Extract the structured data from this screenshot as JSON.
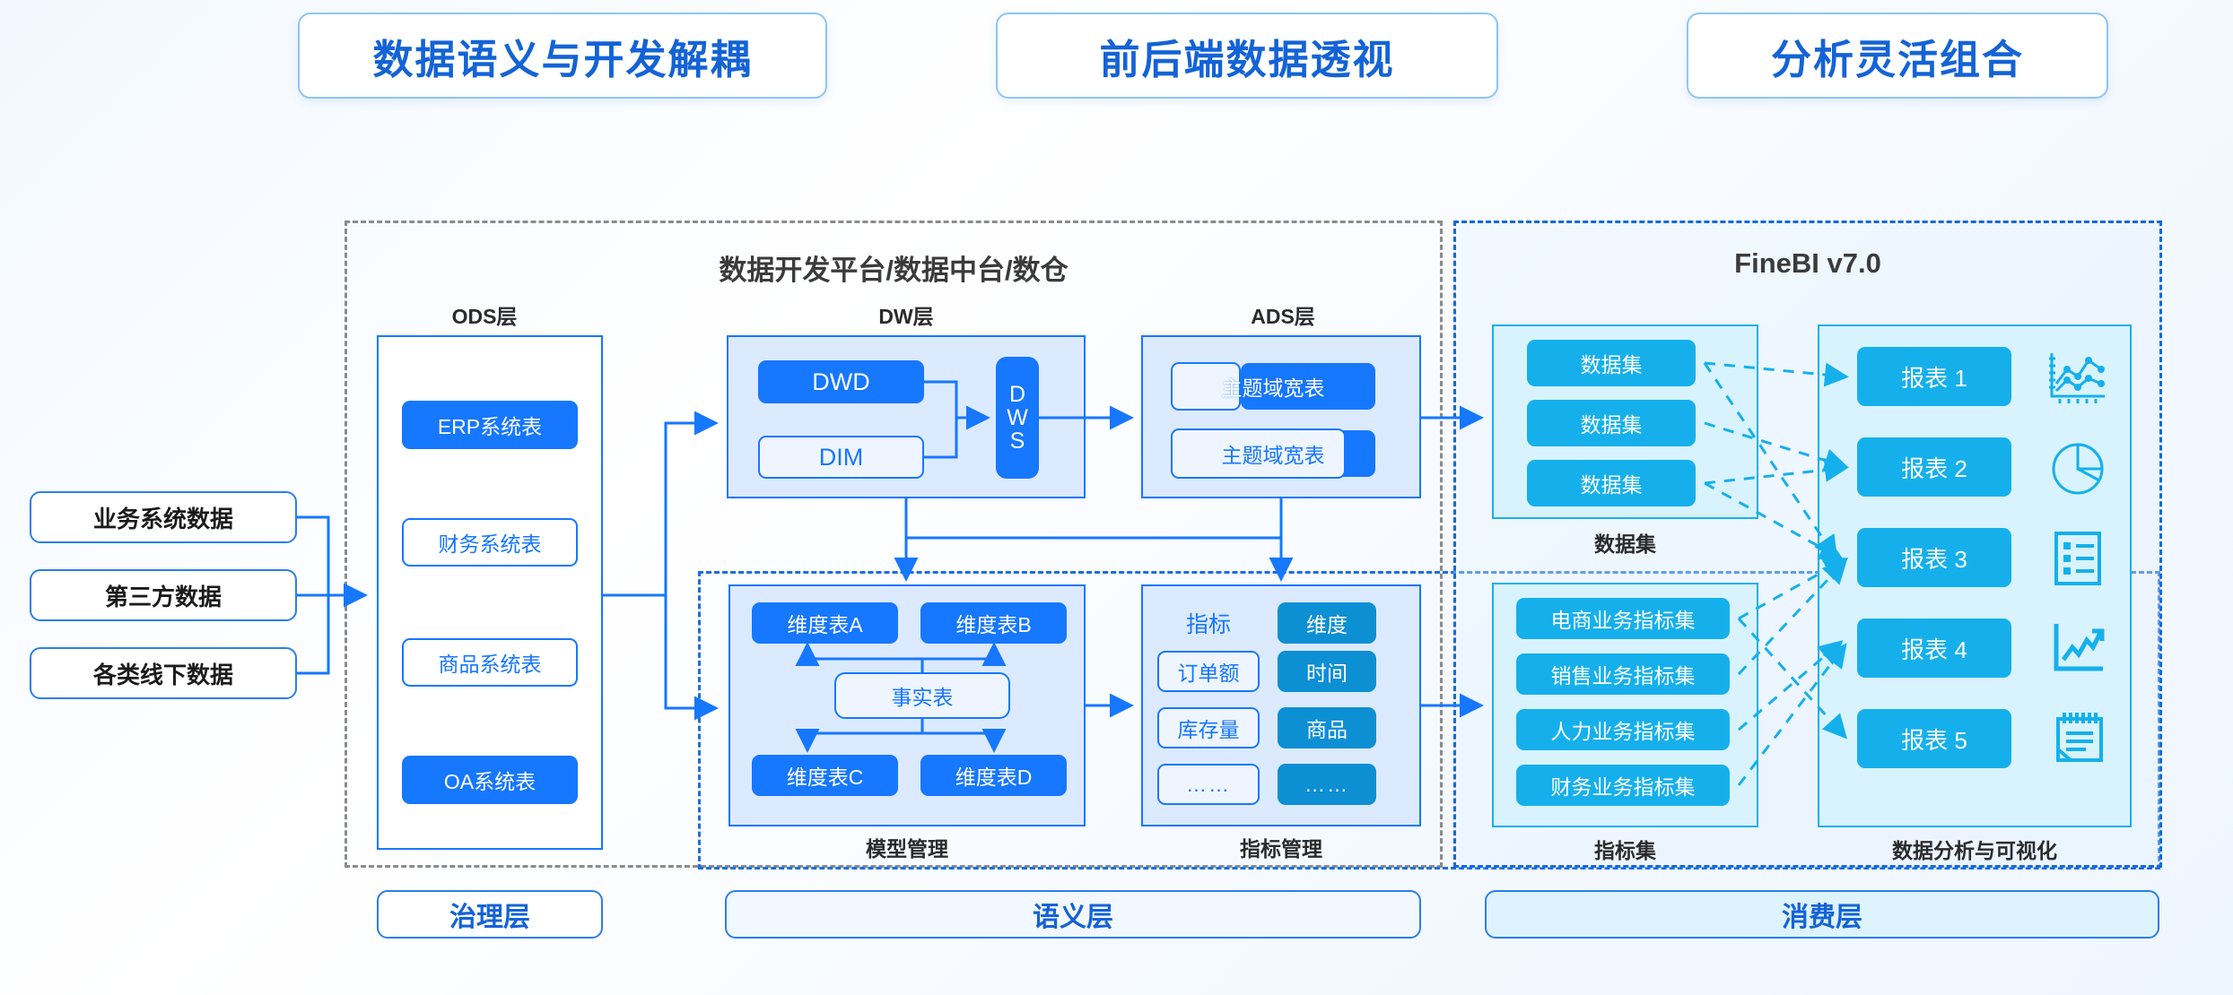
{
  "header": {
    "pills": [
      {
        "label": "数据语义与开发解耦"
      },
      {
        "label": "前后端数据透视"
      },
      {
        "label": "分析灵活组合"
      }
    ]
  },
  "zones": {
    "platform_title": "数据开发平台/数据中台/数仓",
    "finebi_title": "FineBI v7.0"
  },
  "sources": {
    "items": [
      {
        "label": "业务系统数据"
      },
      {
        "label": "第三方数据"
      },
      {
        "label": "各类线下数据"
      }
    ]
  },
  "ods": {
    "caption": "ODS层",
    "items": [
      {
        "label": "ERP系统表",
        "style": "solid"
      },
      {
        "label": "财务系统表",
        "style": "outline"
      },
      {
        "label": "商品系统表",
        "style": "outline"
      },
      {
        "label": "OA系统表",
        "style": "solid"
      }
    ]
  },
  "dw": {
    "caption": "DW层",
    "dwd": "DWD",
    "dim": "DIM",
    "dws": "DWS"
  },
  "ads": {
    "caption": "ADS层",
    "items": [
      {
        "label": "主题域宽表"
      },
      {
        "label": "主题域宽表"
      }
    ]
  },
  "model": {
    "caption": "模型管理",
    "dim_a": "维度表A",
    "dim_b": "维度表B",
    "fact": "事实表",
    "dim_c": "维度表C",
    "dim_d": "维度表D"
  },
  "metric": {
    "caption": "指标管理",
    "left_header": "指标",
    "right_header": "维度",
    "left_items": [
      "订单额",
      "库存量",
      "……"
    ],
    "right_items": [
      "时间",
      "商品",
      "……"
    ]
  },
  "dataset": {
    "caption": "数据集",
    "items": [
      "数据集",
      "数据集",
      "数据集"
    ]
  },
  "metricset": {
    "caption": "指标集",
    "items": [
      "电商业务指标集",
      "销售业务指标集",
      "人力业务指标集",
      "财务业务指标集"
    ]
  },
  "reports": {
    "caption": "数据分析与可视化",
    "items": [
      {
        "label": "报表 1",
        "icon": "line-scatter-chart-icon"
      },
      {
        "label": "报表 2",
        "icon": "pie-chart-icon"
      },
      {
        "label": "报表 3",
        "icon": "list-report-icon"
      },
      {
        "label": "报表 4",
        "icon": "trend-up-chart-icon"
      },
      {
        "label": "报表 5",
        "icon": "notepad-icon"
      }
    ]
  },
  "bottom_layers": [
    {
      "label": "治理层",
      "style": "white"
    },
    {
      "label": "语义层",
      "style": "blue"
    },
    {
      "label": "消费层",
      "style": "cyan"
    }
  ],
  "colors": {
    "primary_blue": "#1677ff",
    "cyan": "#15b0ec",
    "title_blue": "#1463d6",
    "dash_grey": "#8b8b8b"
  }
}
